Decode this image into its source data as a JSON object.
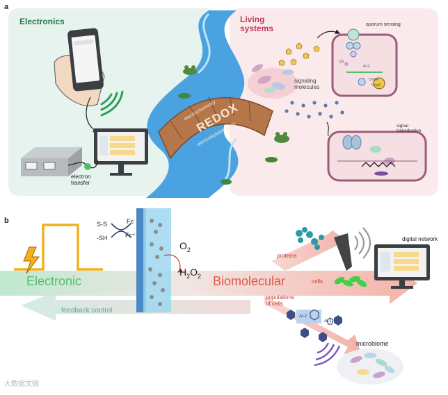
{
  "panel_a": {
    "label": "a",
    "electronics_title": "Electronics",
    "living_title": "Living\nsystems",
    "electron_transfer": "electron\ntransfer",
    "bridge_text": [
      "electrochemistry",
      "REDOX",
      "electrobiofabrication"
    ],
    "quorum_sensing": "quorum sensing",
    "signaling_molecules": "signaling\nmolecules",
    "signal_transduction": "signal\ntransduction",
    "cell_labels": [
      "AI-2",
      "OmpR",
      "QS",
      "OmpF"
    ]
  },
  "panel_b": {
    "label": "b",
    "chem_left_top": "S-S",
    "chem_left_bottom": "-SH",
    "chem_right_top": "Fc",
    "chem_right_bottom": "Fc⁺",
    "o2": "O",
    "o2_sub": "2",
    "h2o2_a": "H",
    "h2o2_sub1": "2",
    "h2o2_b": "O",
    "h2o2_sub2": "2",
    "electronic": "Electronic",
    "biomolecular": "Biomolecular",
    "feedback_control": "feedback control",
    "proteins": "proteins",
    "cells": "cells",
    "populations": "populations\nof cells",
    "digital_network": "digital network",
    "microbiome": "microbiome",
    "ai2": "AI-2",
    "ai1": "AI-1"
  },
  "watermark": "大数据文摘",
  "colors": {
    "electronic_green": "#4fbf6a",
    "biomolecular_red": "#e0584a",
    "living_title": "#c0395a",
    "electronics_title": "#1e7a44",
    "river": "#4aa3e0",
    "pulse": "#f2b11c"
  }
}
